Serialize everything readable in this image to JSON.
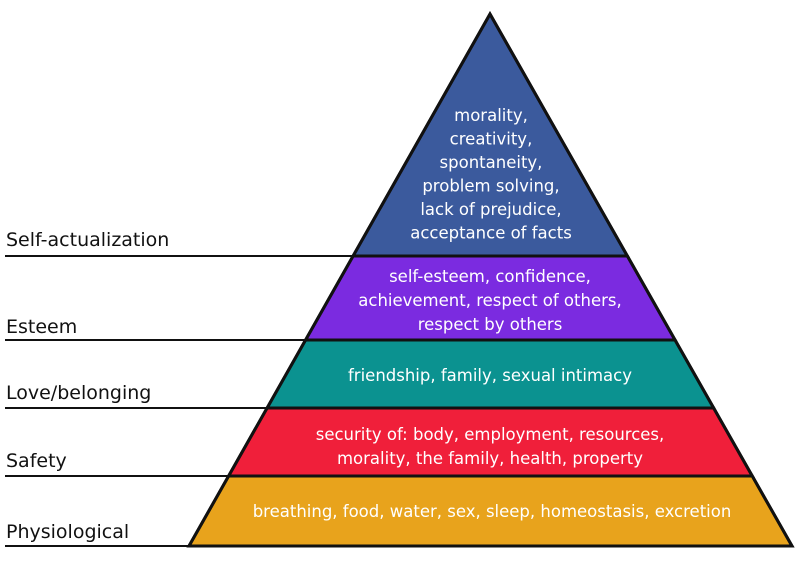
{
  "pyramid": {
    "tiers": [
      {
        "level": "Self-actualization",
        "color": "#3b5a9d",
        "needs": [
          "morality,",
          "creativity,",
          "spontaneity,",
          "problem solving,",
          "lack of prejudice,",
          "acceptance of facts"
        ]
      },
      {
        "level": "Esteem",
        "color": "#7b2be0",
        "needs": [
          "self-esteem, confidence,",
          "achievement, respect of others,",
          "respect by others"
        ]
      },
      {
        "level": "Love/belonging",
        "color": "#0b9290",
        "needs": [
          "friendship, family, sexual intimacy"
        ]
      },
      {
        "level": "Safety",
        "color": "#f01f3a",
        "needs": [
          "security of: body, employment, resources,",
          "morality, the family, health, property"
        ]
      },
      {
        "level": "Physiological",
        "color": "#e8a31c",
        "needs": [
          "breathing, food, water, sex, sleep, homeostasis, excretion"
        ]
      }
    ]
  }
}
